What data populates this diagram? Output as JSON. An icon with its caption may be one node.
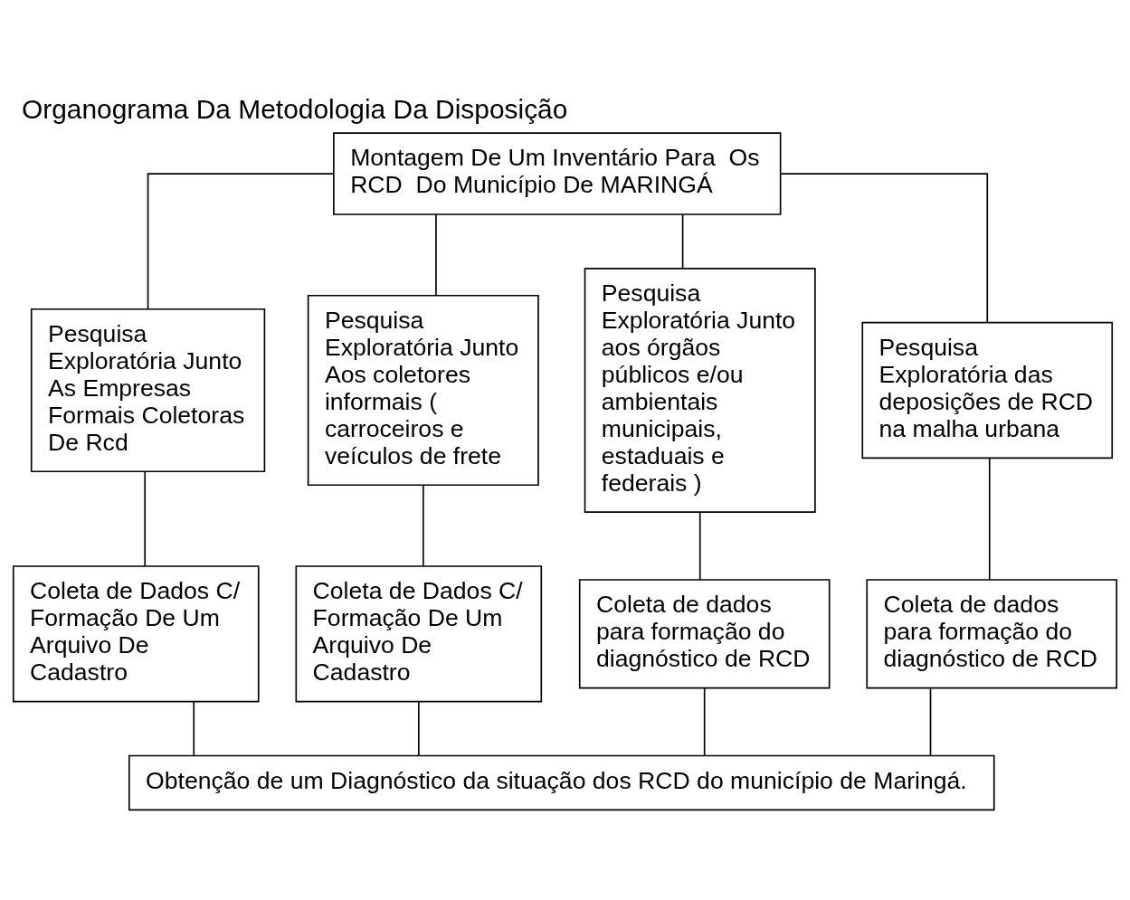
{
  "diagram": {
    "title": "Organograma Da Metodologia Da Disposição",
    "nodes": [
      {
        "text": [
          "Montagem De Um Inventário Para  Os RCD  Do Município De MARINGÁ"
        ]
      },
      {
        "text": [
          "Pesquisa Exploratória Junto As Empresas Formais Coletoras De Rcd"
        ]
      },
      {
        "text": [
          "Pesquisa Exploratória Junto Aos coletores informais ( carroceiros e veículos de frete"
        ]
      },
      {
        "text": [
          "Pesquisa Exploratória Junto aos órgãos públicos e/ou ambientais municipais, estaduais e federais )"
        ]
      },
      {
        "text": [
          "Pesquisa Exploratória das deposições de RCD na malha urbana"
        ]
      },
      {
        "text": [
          "Coleta de Dados C/ Formação De Um Arquivo De Cadastro"
        ]
      },
      {
        "text": [
          "Coleta de Dados C/ Formação De Um Arquivo De Cadastro"
        ]
      },
      {
        "text": [
          "Coleta de dados para formação do diagnóstico de RCD"
        ]
      },
      {
        "text": [
          "Coleta de dados para formação do diagnóstico de RCD"
        ]
      },
      {
        "text": [
          "Obtenção de um Diagnóstico da situação dos RCD do município de Maringá."
        ]
      }
    ],
    "edges": [
      {
        "from": 0,
        "to": 1,
        "arrow": "none"
      },
      {
        "from": 0,
        "to": 2,
        "arrow": "none"
      },
      {
        "from": 0,
        "to": 3,
        "arrow": "none"
      },
      {
        "from": 0,
        "to": 4,
        "arrow": "none"
      },
      {
        "from": 1,
        "to": 5,
        "arrow": "none"
      },
      {
        "from": 2,
        "to": 6,
        "arrow": "none"
      },
      {
        "from": 3,
        "to": 7,
        "arrow": "none"
      },
      {
        "from": 4,
        "to": 8,
        "arrow": "none"
      },
      {
        "from": 5,
        "to": 9,
        "arrow": "none"
      },
      {
        "from": 6,
        "to": 9,
        "arrow": "none"
      },
      {
        "from": 7,
        "to": 9,
        "arrow": "none"
      },
      {
        "from": 8,
        "to": 9,
        "arrow": "none"
      }
    ]
  }
}
